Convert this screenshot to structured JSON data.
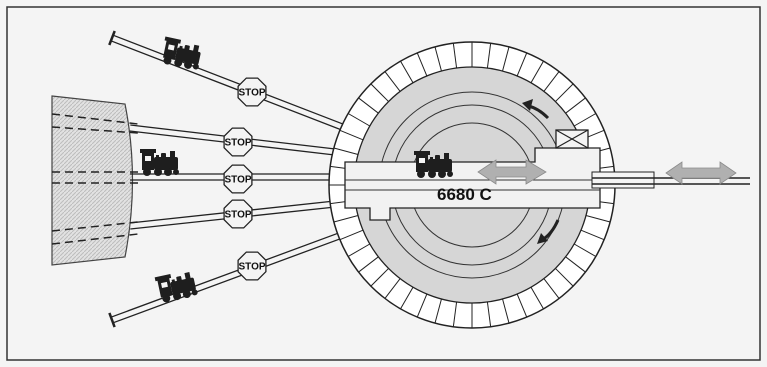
{
  "diagram": {
    "model_label": "6680 C",
    "stop_signs": [
      "STOP",
      "STOP",
      "STOP",
      "STOP",
      "STOP"
    ],
    "colors": {
      "frame": "#333333",
      "background": "#f4f4f4",
      "pit": "#cfcfcf",
      "bridge": "#f2f2f2",
      "locomotive": "#1e1e1e",
      "double_arrow": "#b0b0b0",
      "hatch": "#d0d0d0"
    },
    "icons": [
      "locomotive-icon",
      "stop-sign-icon",
      "double-arrow-icon",
      "rotation-arrow-icon",
      "control-box-icon"
    ]
  }
}
